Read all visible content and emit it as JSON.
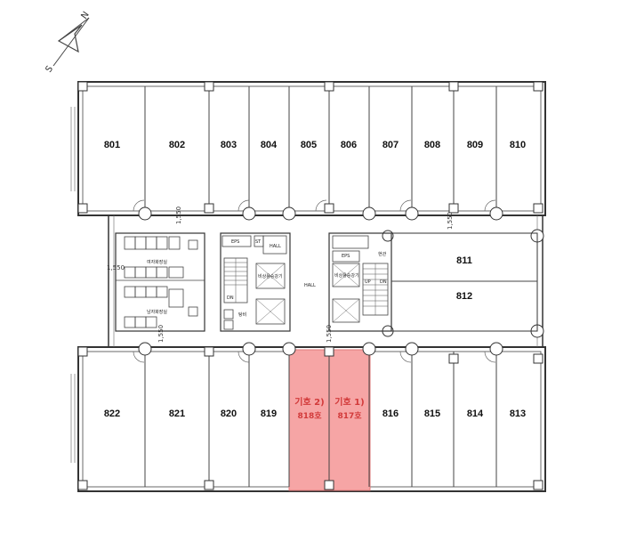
{
  "compass": {
    "north_label": "N",
    "south_label": "S"
  },
  "rooms_north": [
    "801",
    "802",
    "803",
    "804",
    "805",
    "806",
    "807",
    "808",
    "809",
    "810"
  ],
  "rooms_east": [
    "811",
    "812"
  ],
  "rooms_south": [
    "822",
    "821",
    "820",
    "819",
    "818",
    "817",
    "816",
    "815",
    "814",
    "813"
  ],
  "highlighted": [
    {
      "label": "기호 2)",
      "room": "818호"
    },
    {
      "label": "기호 1)",
      "room": "817호"
    }
  ],
  "highlight_color": "#f6a5a5",
  "core_labels": {
    "hall": "HALL",
    "eps_left": "EPS",
    "eps_right": "EPS",
    "st": "ST",
    "hall_small": "HALL",
    "dn": "DN",
    "up": "UP",
    "dn2": "DN",
    "wc_male": "남자화장실",
    "wc_female": "여자화장실",
    "elev_left": "비상용승강기",
    "elev_right": "비상용승강기",
    "pantry": "탕비",
    "ent": "현관"
  },
  "dimensions": {
    "d1": "1,550",
    "d2": "1,550",
    "d3": "1,550",
    "d4": "1,550"
  }
}
